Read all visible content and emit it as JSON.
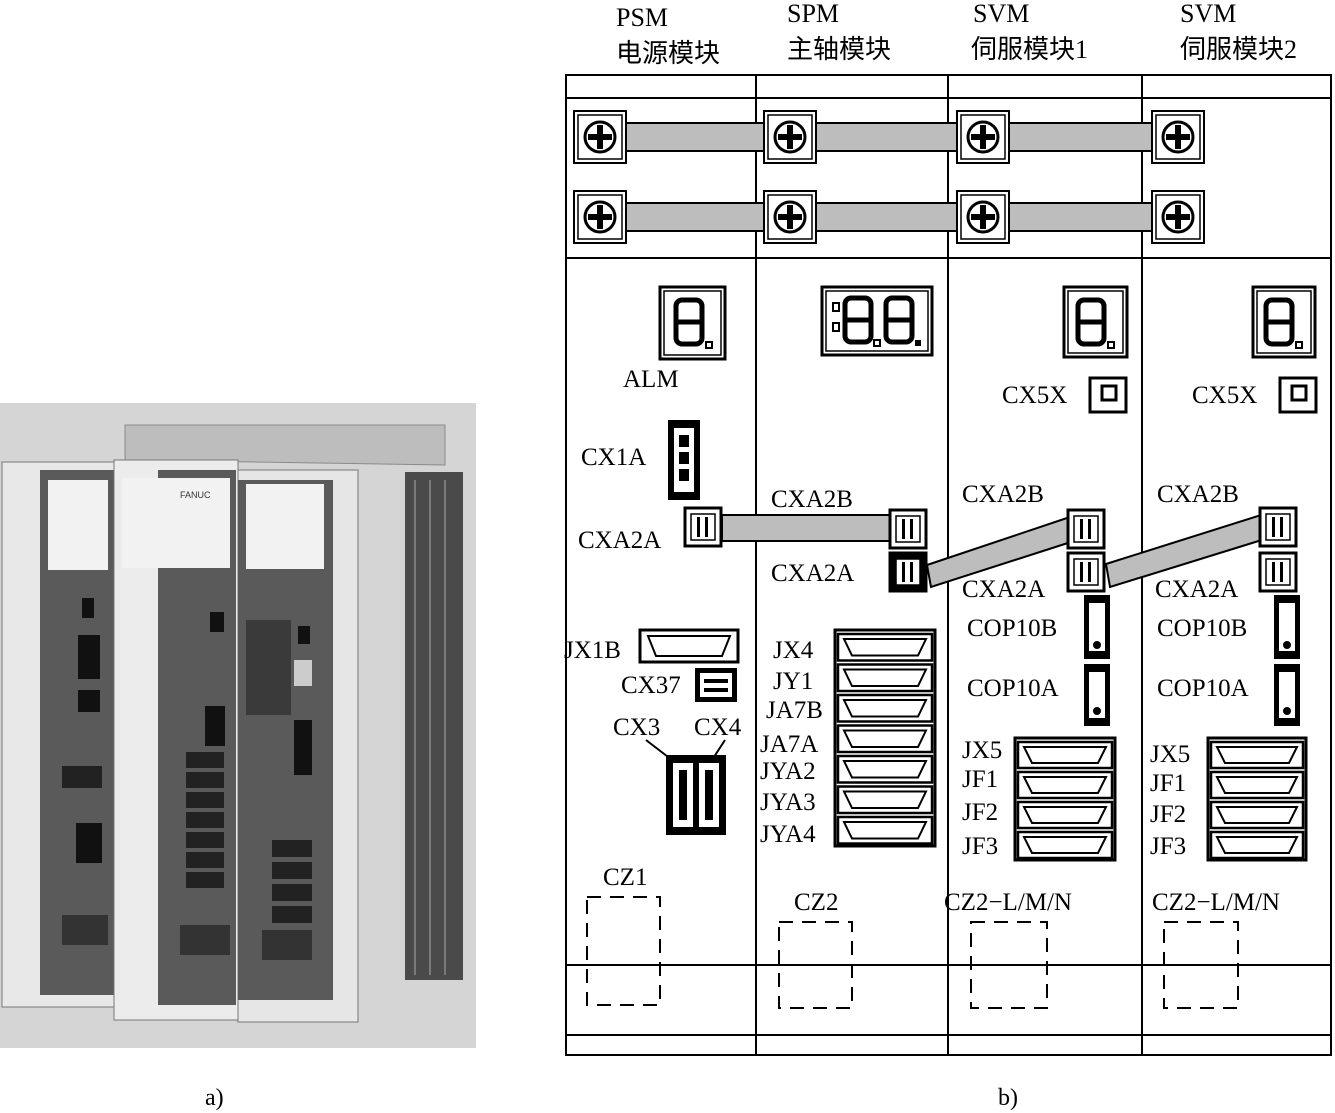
{
  "captions": {
    "a": "a)",
    "b": "b)"
  },
  "photo": {
    "brand": "FANUC"
  },
  "modules": [
    {
      "abbr": "PSM",
      "name": "电源模块"
    },
    {
      "abbr": "SPM",
      "name": "主轴模块"
    },
    {
      "abbr": "SVM",
      "name": "伺服模块1"
    },
    {
      "abbr": "SVM",
      "name": "伺服模块2"
    }
  ],
  "psm": {
    "alm": "ALM",
    "cx1a": "CX1A",
    "cxa2a": "CXA2A",
    "jx1b": "JX1B",
    "cx37": "CX37",
    "cx3": "CX3",
    "cx4": "CX4",
    "cz": "CZ1"
  },
  "spm": {
    "cxa2b": "CXA2B",
    "cxa2a": "CXA2A",
    "jacks": [
      "JX4",
      "JY1",
      "JA7B",
      "JA7A",
      "JYA2",
      "JYA3",
      "JYA4"
    ],
    "cz": "CZ2"
  },
  "svm1": {
    "cx5x": "CX5X",
    "cxa2b": "CXA2B",
    "cxa2a": "CXA2A",
    "cop10b": "COP10B",
    "cop10a": "COP10A",
    "jacks": [
      "JX5",
      "JF1",
      "JF2",
      "JF3"
    ],
    "cz": "CZ2−L/M/N"
  },
  "svm2": {
    "cx5x": "CX5X",
    "cxa2b": "CXA2B",
    "cxa2a": "CXA2A",
    "cop10b": "COP10B",
    "cop10a": "COP10A",
    "jacks": [
      "JX5",
      "JF1",
      "JF2",
      "JF3"
    ],
    "cz": "CZ2−L/M/N"
  },
  "colors": {
    "cable": "#bdbdbd",
    "line": "#000000",
    "photo_bg": "#d4d4d4"
  }
}
